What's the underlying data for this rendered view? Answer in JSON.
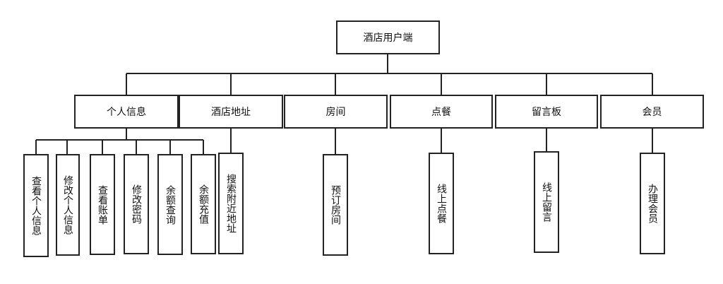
{
  "root": {
    "label": "酒店用户端"
  },
  "modules": [
    {
      "label": "个人信息",
      "children": [
        "查看个人信息",
        "修改个人信息",
        "查看账单",
        "修改密码",
        "余额查询",
        "余额充值"
      ]
    },
    {
      "label": "酒店地址",
      "children": [
        "搜索附近地址"
      ]
    },
    {
      "label": "房间",
      "children": [
        "预订房间"
      ]
    },
    {
      "label": "点餐",
      "children": [
        "线上点餐"
      ]
    },
    {
      "label": "留言板",
      "children": [
        "线上留言"
      ]
    },
    {
      "label": "会员",
      "children": [
        "办理会员"
      ]
    }
  ]
}
